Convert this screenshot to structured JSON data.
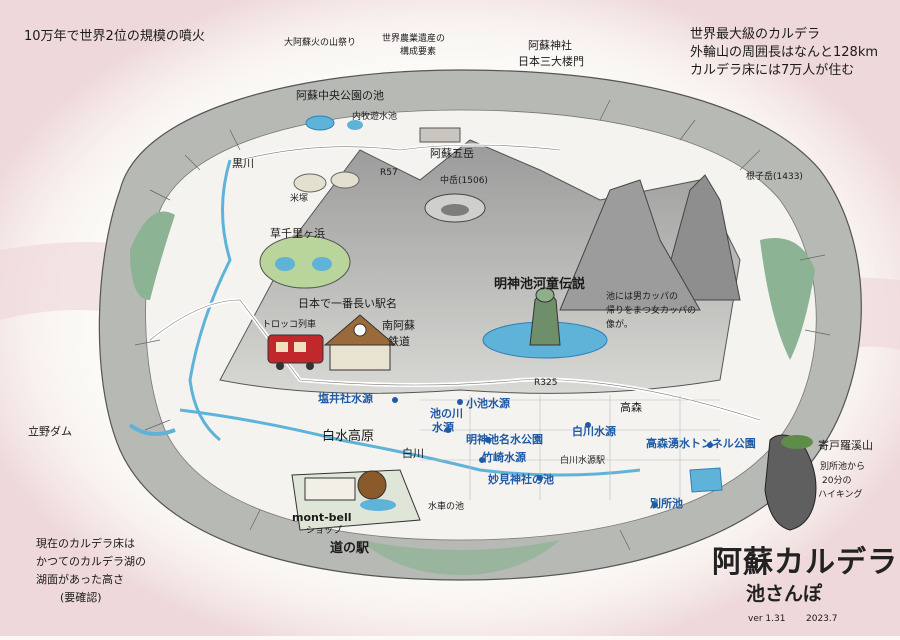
{
  "labels": {
    "volcano_rank": "10万年で世界2位の規模の噴火",
    "caldera_note_1": "世界最大級のカルデラ",
    "caldera_note_2": "外輪山の周囲長はなんと128km",
    "caldera_note_3": "カルデラ床には7万人が住む",
    "aso_fire_festival": "大阿蘇火の山祭り",
    "world_heritage_1": "世界農業遺産の",
    "world_heritage_2": "構成要素",
    "aso_shrine": "阿蘇神社",
    "three_gates": "日本三大楼門",
    "aso_central_park_pond": "阿蘇中央公園の池",
    "uchimaki_pond": "内牧遊水池",
    "aso_five_peaks": "阿蘇五岳",
    "nakadake": "中岳",
    "nakadake_height": "(1506)",
    "nekodake": "根子岳",
    "nekodake_height": "(1433)",
    "kurokawa": "黒川",
    "komezuka": "米塚",
    "r57": "R57",
    "kusasenri": "草千里ヶ浜",
    "longest_station_name": "日本で一番長い駅名",
    "torokko": "トロッコ列車",
    "minami_aso_1": "南阿蘇",
    "minami_aso_2": "鉄道",
    "myojin_legend": "明神池河童伝説",
    "kappa_note_1": "池には男カッパの",
    "kappa_note_2": "帰りをまつ女カッパの",
    "kappa_note_3": "像が。",
    "r325": "R325",
    "shioisha_spring": "塩井社水源",
    "tateno_dam": "立野ダム",
    "hakusui_kogen": "白水高原",
    "shirakawa": "白川",
    "ikenokawa_1": "池の川",
    "ikenokawa_2": "水源",
    "koike_spring": "小池水源",
    "myojin_park": "明神池名水公園",
    "takesaki_spring": "竹崎水源",
    "myoken_pond": "妙見神社の池",
    "shirakawa_spring": "白川水源",
    "shirakawa_station": "白川水源駅",
    "takamori": "高森",
    "takamori_tunnel_park": "高森湧水トンネル公園",
    "beppu_pond": "別所池",
    "mizuguruma_pond": "水車の池",
    "michinoeki": "道の駅",
    "montbell_1": "mont-bell",
    "montbell_2": "ショップ",
    "kanbatake": "寄戸羅溪山",
    "hike_note_1": "別所池から",
    "hike_note_2": "20分の",
    "hike_note_3": "ハイキング",
    "lake_note_1": "現在のカルデラ床は",
    "lake_note_2": "かつてのカルデラ湖の",
    "lake_note_3": "湖面があった高さ",
    "lake_note_4": "(要確認)",
    "title_main": "阿蘇カルデラ",
    "title_sub": "池さんぽ",
    "version": "ver 1.31",
    "date": "2023.7"
  },
  "colors": {
    "water": "#5fb3d9",
    "water_dark": "#2f7fb8",
    "mountain": "#8e8e8e",
    "forest": "#7fa88a",
    "road": "#ffffff",
    "text_blue": "#1f5aa6",
    "roof_red": "#c0282b",
    "mist": "#e8c8c8"
  }
}
